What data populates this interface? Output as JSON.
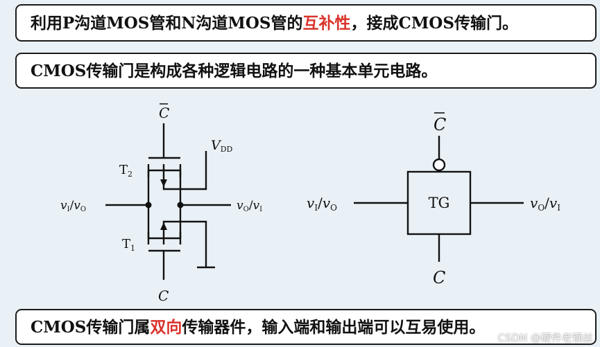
{
  "line1": {
    "before": "利用P沟道MOS管和N沟道MOS管的",
    "highlight": "互补性",
    "after": "，接成CMOS传输门。"
  },
  "line2": {
    "text": "CMOS传输门是构成各种逻辑电路的一种基本单元电路。"
  },
  "line3": {
    "before": "CMOS传输门属",
    "highlight": "双向",
    "after": "传输器件，输入端和输出端可以互易使用。"
  },
  "circuit": {
    "gate_top": "C",
    "gate_bottom": "C",
    "vdd": {
      "v": "V",
      "sub": "DD"
    },
    "t2": {
      "t": "T",
      "sub": "2"
    },
    "t1": {
      "t": "T",
      "sub": "1"
    },
    "left_terminal": {
      "v1": "v",
      "s1": "I",
      "slash": "/",
      "v2": "v",
      "s2": "O"
    },
    "right_terminal": {
      "v1": "v",
      "s1": "O",
      "slash": "/",
      "v2": "v",
      "s2": "I"
    }
  },
  "tg_symbol": {
    "label": "TG",
    "gate_top": "C",
    "gate_bottom": "C",
    "left_terminal": {
      "v1": "v",
      "s1": "I",
      "slash": "/",
      "v2": "v",
      "s2": "O"
    },
    "right_terminal": {
      "v1": "v",
      "s1": "O",
      "slash": "/",
      "v2": "v",
      "s2": "I"
    }
  },
  "watermark": "CSDN @硬件老钢丝",
  "colors": {
    "highlight": "#d9332b",
    "background": "#e9f1f6",
    "line": "#111111"
  }
}
